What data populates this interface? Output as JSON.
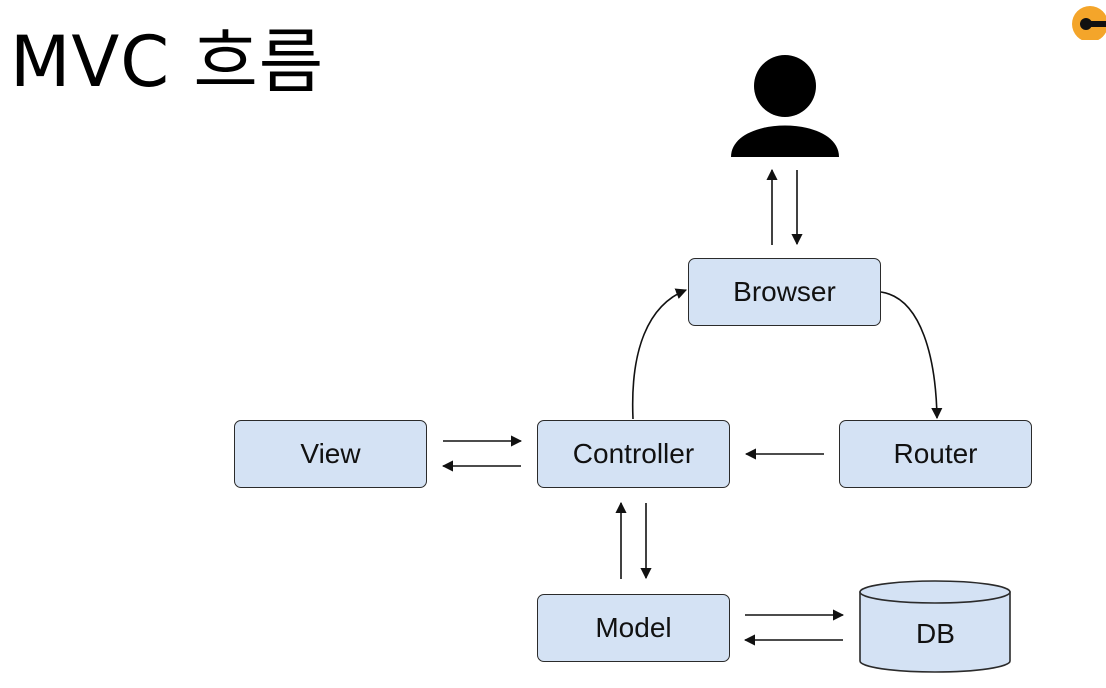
{
  "title": "MVC 흐름",
  "nodes": {
    "browser": "Browser",
    "view": "View",
    "controller": "Controller",
    "router": "Router",
    "model": "Model",
    "db": "DB"
  },
  "colors": {
    "box_fill": "#d4e2f4",
    "box_border": "#2b2b2b",
    "logo_accent": "#f4a52a"
  },
  "icons": [
    "user-icon",
    "logo-icon",
    "database-icon"
  ]
}
